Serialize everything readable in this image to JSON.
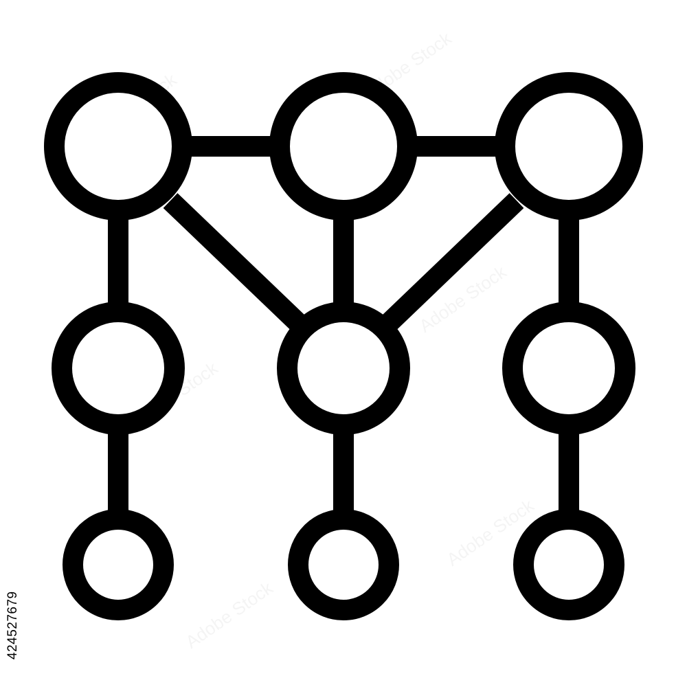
{
  "icon": {
    "semantic_name": "network-hierarchy-icon",
    "stroke_color": "#000000",
    "background_color": "#ffffff",
    "node_count": 9
  },
  "stock_id": "424527679",
  "watermark_text": "Adobe Stock"
}
